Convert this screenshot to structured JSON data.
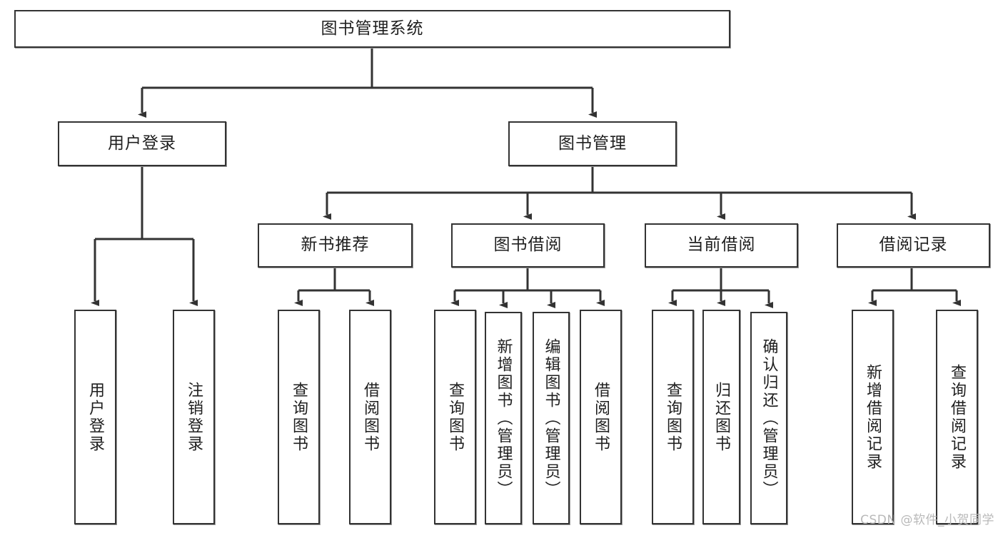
{
  "diagram": {
    "title": "图书管理系统",
    "type": "tree-hierarchy",
    "watermark": "CSDN @软件_小贺同学",
    "colors": {
      "box_border": "#333333",
      "box_fill": "#ffffff",
      "connector": "#333333",
      "text": "#1f1f1f",
      "watermark": "#b9b9b9",
      "background": "#ffffff"
    },
    "nodes": {
      "root": {
        "label": "图书管理系统"
      },
      "level1": [
        {
          "label": "用户登录"
        },
        {
          "label": "图书管理"
        }
      ],
      "level2": [
        {
          "label": "新书推荐"
        },
        {
          "label": "图书借阅"
        },
        {
          "label": "当前借阅"
        },
        {
          "label": "借阅记录"
        }
      ],
      "leaves_user_login": [
        {
          "label": "用户登录"
        },
        {
          "label": "注销登录"
        }
      ],
      "leaves_new_book": [
        {
          "label": "查询图书"
        },
        {
          "label": "借阅图书"
        }
      ],
      "leaves_borrow": [
        {
          "label": "查询图书"
        },
        {
          "label": "新增图书（管理员）"
        },
        {
          "label": "编辑图书（管理员）"
        },
        {
          "label": "借阅图书"
        }
      ],
      "leaves_current": [
        {
          "label": "查询图书"
        },
        {
          "label": "归还图书"
        },
        {
          "label": "确认归还（管理员）"
        }
      ],
      "leaves_records": [
        {
          "label": "新增借阅记录"
        },
        {
          "label": "查询借阅记录"
        }
      ]
    }
  }
}
